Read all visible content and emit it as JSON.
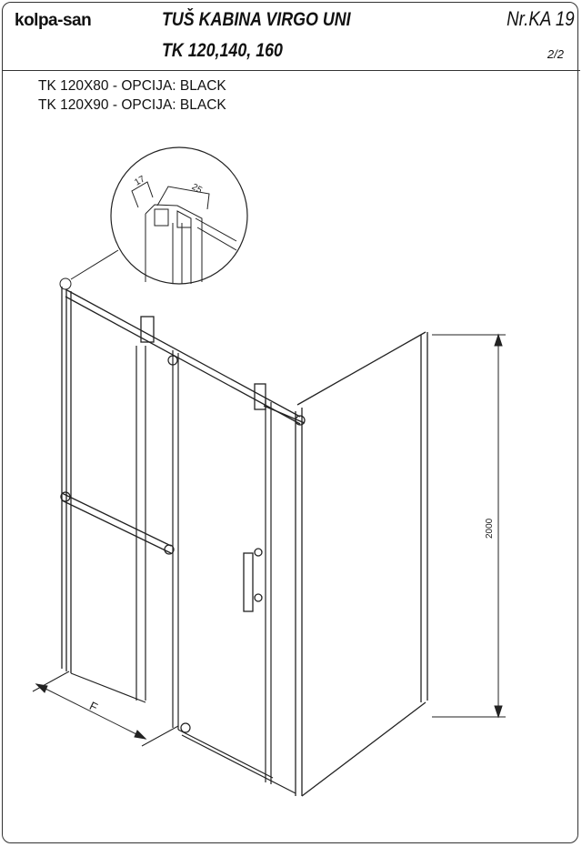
{
  "header": {
    "logo": "kolpa-san",
    "title": "TUŠ KABINA VIRGO UNI",
    "subtitle": "TK 120,140, 160",
    "doc_number": "Nr.KA 19",
    "page": "2/2"
  },
  "options": [
    "TK 120X80 - OPCIJA: BLACK",
    "TK 120X90 - OPCIJA: BLACK"
  ],
  "drawing": {
    "detail_dim_a": "17",
    "detail_dim_b": "25",
    "height_dim": "2000",
    "width_dim": "F"
  }
}
